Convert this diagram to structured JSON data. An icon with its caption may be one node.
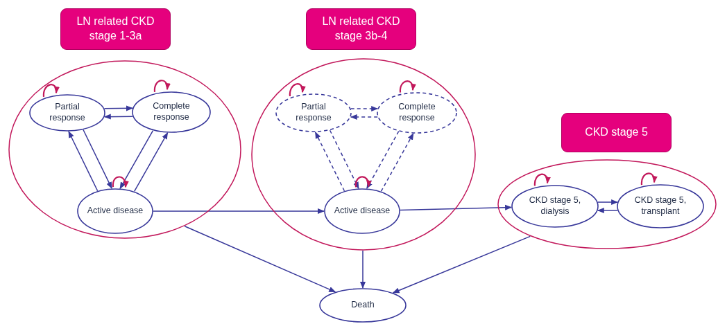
{
  "diagram": {
    "nodes": [
      {
        "text": [
          "LN related CKD stage 1-3a"
        ]
      },
      {
        "text": [],
        "shape": "ellipse"
      },
      {
        "text": [
          "Partial response"
        ],
        "in": 1
      },
      {
        "text": [
          "Complete response"
        ],
        "in": 1
      },
      {
        "text": [
          "Active disease"
        ],
        "in": 1
      },
      {
        "text": [
          "LN related CKD stage 3b-4"
        ]
      },
      {
        "text": [],
        "shape": "ellipse"
      },
      {
        "text": [
          "Partial response"
        ],
        "in": 6
      },
      {
        "text": [
          "Complete response"
        ],
        "in": 6
      },
      {
        "text": [
          "Active disease"
        ],
        "in": 6
      },
      {
        "text": [
          "CKD stage 5"
        ]
      },
      {
        "text": [],
        "shape": "ellipse"
      },
      {
        "text": [
          "CKD stage 5, dialysis"
        ],
        "in": 11
      },
      {
        "text": [
          "CKD stage 5, transplant"
        ],
        "in": 11
      },
      {
        "text": [
          "Death"
        ]
      }
    ],
    "edges": [
      {
        "from": 2,
        "to": 3,
        "arrow": "to"
      },
      {
        "from": 3,
        "to": 2,
        "arrow": "to"
      },
      {
        "from": 2,
        "to": 4,
        "arrow": "to"
      },
      {
        "from": 4,
        "to": 2,
        "arrow": "to"
      },
      {
        "from": 3,
        "to": 4,
        "arrow": "to"
      },
      {
        "from": 4,
        "to": 3,
        "arrow": "to"
      },
      {
        "from": 2,
        "to": 2,
        "arrow": "to",
        "color": "#c2185b"
      },
      {
        "from": 3,
        "to": 3,
        "arrow": "to",
        "color": "#c2185b"
      },
      {
        "from": 4,
        "to": 4,
        "arrow": "to",
        "color": "#c2185b"
      },
      {
        "from": 7,
        "to": 8,
        "arrow": "to",
        "style": "dashed"
      },
      {
        "from": 8,
        "to": 7,
        "arrow": "to",
        "style": "dashed"
      },
      {
        "from": 7,
        "to": 9,
        "arrow": "to",
        "style": "dashed"
      },
      {
        "from": 9,
        "to": 7,
        "arrow": "to",
        "style": "dashed"
      },
      {
        "from": 8,
        "to": 9,
        "arrow": "to",
        "style": "dashed"
      },
      {
        "from": 9,
        "to": 8,
        "arrow": "to",
        "style": "dashed"
      },
      {
        "from": 7,
        "to": 7,
        "arrow": "to",
        "color": "#c2185b"
      },
      {
        "from": 8,
        "to": 8,
        "arrow": "to",
        "color": "#c2185b"
      },
      {
        "from": 9,
        "to": 9,
        "arrow": "to",
        "color": "#c2185b"
      },
      {
        "from": 4,
        "to": 9,
        "arrow": "to"
      },
      {
        "from": 9,
        "to": 12,
        "arrow": "to"
      },
      {
        "from": 12,
        "to": 13,
        "arrow": "to"
      },
      {
        "from": 13,
        "to": 12,
        "arrow": "to"
      },
      {
        "from": 12,
        "to": 12,
        "arrow": "to",
        "color": "#c2185b"
      },
      {
        "from": 13,
        "to": 13,
        "arrow": "to",
        "color": "#c2185b"
      },
      {
        "from": 1,
        "to": 14,
        "arrow": "to"
      },
      {
        "from": 6,
        "to": 14,
        "arrow": "to"
      },
      {
        "from": 11,
        "to": 14,
        "arrow": "to"
      }
    ]
  }
}
